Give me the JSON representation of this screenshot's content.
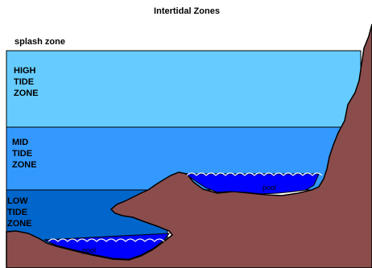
{
  "title": "Intertidal Zones",
  "zones": {
    "splash": "splash zone",
    "high": [
      "HIGH",
      "TIDE",
      "ZONE"
    ],
    "mid": [
      "MID",
      "TIDE",
      "ZONE"
    ],
    "low": [
      "LOW",
      "TIDE",
      "ZONE"
    ]
  },
  "pools": [
    "pool",
    "pool"
  ],
  "colors": {
    "high_tide": "#66ccff",
    "mid_tide": "#3399ff",
    "low_tide": "#0066cc",
    "pool_water": "#0000ff",
    "rock": "#8b4c4c",
    "outline": "#000000",
    "waves": "#ffffff"
  }
}
